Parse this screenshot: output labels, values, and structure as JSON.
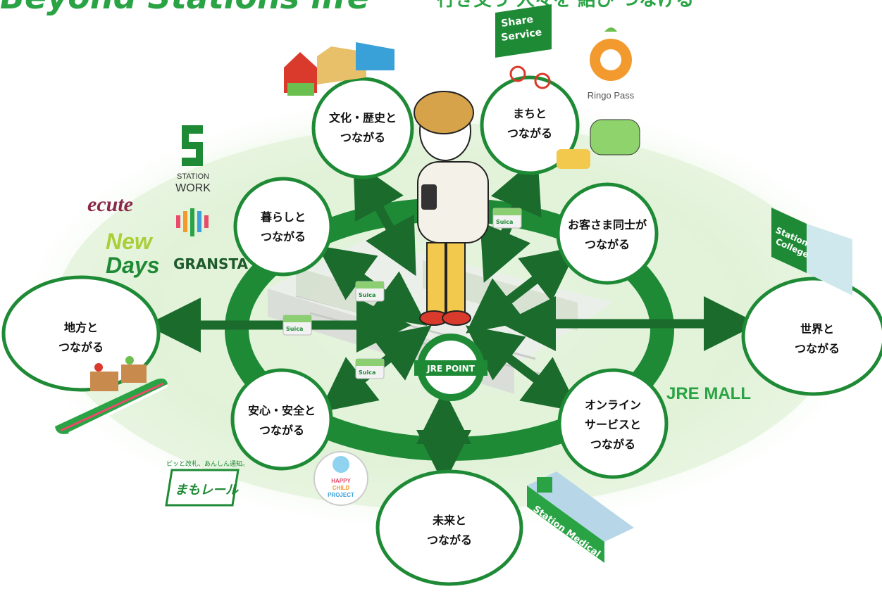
{
  "header": {
    "tagline_left": "Beyond Stations life",
    "tagline_right": "行き交う 人々を 結び つなげる"
  },
  "hub": {
    "logo_text": "JRE POINT",
    "card_label": "Suica"
  },
  "nodes": [
    {
      "id": "culture",
      "line1": "文化・歴史と",
      "line2": "つながる"
    },
    {
      "id": "town",
      "line1": "まちと",
      "line2": "つながる"
    },
    {
      "id": "life",
      "line1": "暮らしと",
      "line2": "つながる"
    },
    {
      "id": "customers",
      "line1": "お客さま同士が",
      "line2": "つながる"
    },
    {
      "id": "region",
      "line1": "地方と",
      "line2": "つながる"
    },
    {
      "id": "world",
      "line1": "世界と",
      "line2": "つながる"
    },
    {
      "id": "safety",
      "line1": "安心・安全と",
      "line2": "つながる"
    },
    {
      "id": "online",
      "line1": "オンライン",
      "line2": "サービスと",
      "line3": "つながる"
    },
    {
      "id": "future",
      "line1": "未来と",
      "line2": "つながる"
    }
  ],
  "brands": {
    "share_service_line1": "Share",
    "share_service_line2": "Service",
    "ringo_pass": "Ringo Pass",
    "station_work_line1": "STATION",
    "station_work_line2": "WORK",
    "ecute": "ecute",
    "newdays_line1": "New",
    "newdays_line2": "Days",
    "gransta": "GRANSTA",
    "jre_mall": "JRE MALL",
    "station_college_line1": "Station",
    "station_college_line2": "College",
    "station_medical": "Station Medical",
    "mamorail_tagline": "ピッと改札、あんしん通知。",
    "mamorail": "まもレール",
    "happy_child_line1": "HAPPY",
    "happy_child_line2": "CHILD",
    "happy_child_line3": "PROJECT"
  },
  "colors": {
    "brand_green": "#1e8a35",
    "dark_green": "#1a6b2c",
    "light_green": "#bfe2b0",
    "pale_green": "#e4f3dc",
    "mall_green": "#2aa345",
    "ringo_orange": "#f29a2e"
  }
}
